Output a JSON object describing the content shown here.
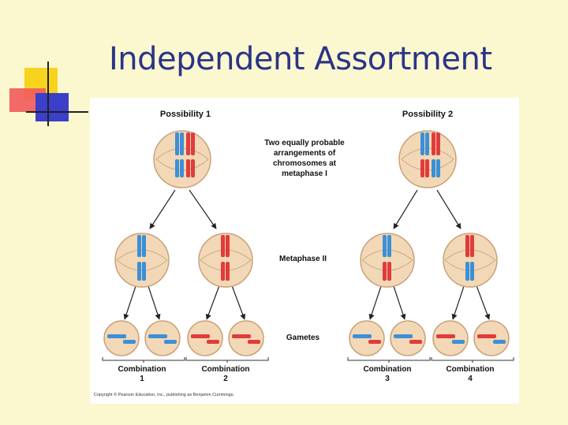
{
  "slide": {
    "title": "Independent Assortment",
    "accent_colors": {
      "title": "#2b3488",
      "background": "#fbf7cf",
      "deco_yellow": "#f7d31e",
      "deco_red": "#f04a4a",
      "deco_blue": "#3b3fc9"
    }
  },
  "figure": {
    "possibility_1": "Possibility 1",
    "possibility_2": "Possibility 2",
    "caption_lines": [
      "Two equally probable",
      "arrangements of",
      "chromosomes at",
      "metaphase I"
    ],
    "metaphase_ii": "Metaphase II",
    "gametes": "Gametes",
    "combinations": [
      {
        "word": "Combination",
        "number": "1"
      },
      {
        "word": "Combination",
        "number": "2"
      },
      {
        "word": "Combination",
        "number": "3"
      },
      {
        "word": "Combination",
        "number": "4"
      }
    ],
    "copyright": "Copyright © Pearson Education, Inc., publishing as Benjamin Cummings.",
    "colors": {
      "cell_fill": "#f2d8b6",
      "cell_stroke": "#c9a27a",
      "chrom_blue": "#3d8fd6",
      "chrom_red": "#e13b3b",
      "arrow": "#222222"
    }
  }
}
